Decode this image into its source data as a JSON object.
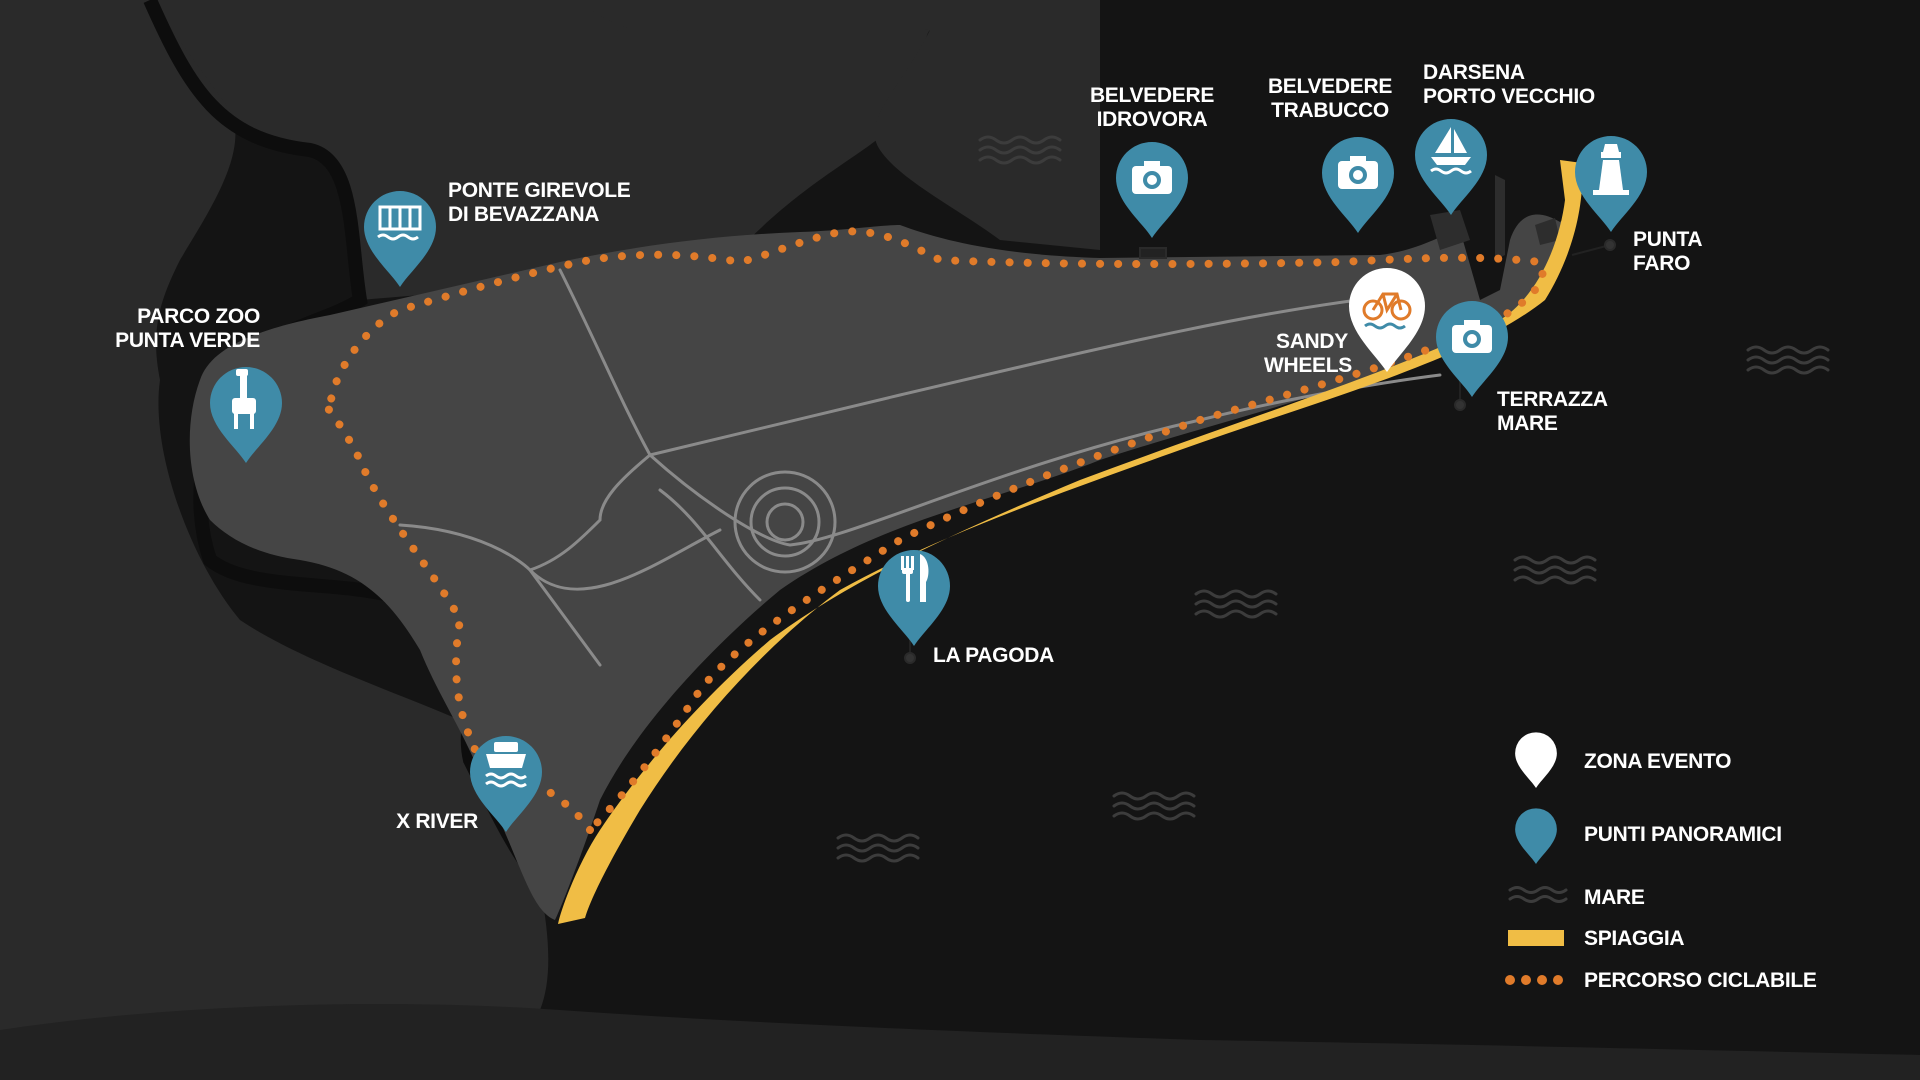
{
  "colors": {
    "sea": "#141414",
    "land_dark": "#2a2a2a",
    "land": "#454545",
    "roads": "#8a8a8a",
    "beach": "#f0bd45",
    "bike_path": "#e07b2a",
    "panoramic_pin": "#3f8ba8",
    "event_pin": "#ffffff"
  },
  "places": {
    "parco_zoo": {
      "line1": "PARCO ZOO",
      "line2": "PUNTA VERDE",
      "icon": "giraffe-icon"
    },
    "ponte_girevole": {
      "line1": "PONTE GIREVOLE",
      "line2": "DI BEVAZZANA",
      "icon": "bridge-icon"
    },
    "belvedere_idrovora": {
      "line1": "BELVEDERE",
      "line2": "IDROVORA",
      "icon": "camera-icon"
    },
    "belvedere_trabucco": {
      "line1": "BELVEDERE",
      "line2": "TRABUCCO",
      "icon": "camera-icon"
    },
    "darsena": {
      "line1": "DARSENA",
      "line2": "PORTO VECCHIO",
      "icon": "sailboat-icon"
    },
    "punta_faro": {
      "line1": "PUNTA",
      "line2": "FARO",
      "icon": "lighthouse-icon"
    },
    "sandy_wheels": {
      "line1": "SANDY",
      "line2": "WHEELS",
      "icon": "bicycle-icon"
    },
    "terrazza_mare": {
      "line1": "TERRAZZA",
      "line2": "MARE",
      "icon": "camera-icon"
    },
    "la_pagoda": {
      "line1": "LA PAGODA",
      "icon": "fork-knife-icon"
    },
    "x_river": {
      "line1": "X RIVER",
      "icon": "ferry-icon"
    }
  },
  "legend": {
    "zona_evento": "ZONA EVENTO",
    "punti_panoramici": "PUNTI PANORAMICI",
    "mare": "MARE",
    "spiaggia": "SPIAGGIA",
    "percorso_ciclabile": "PERCORSO CICLABILE"
  }
}
